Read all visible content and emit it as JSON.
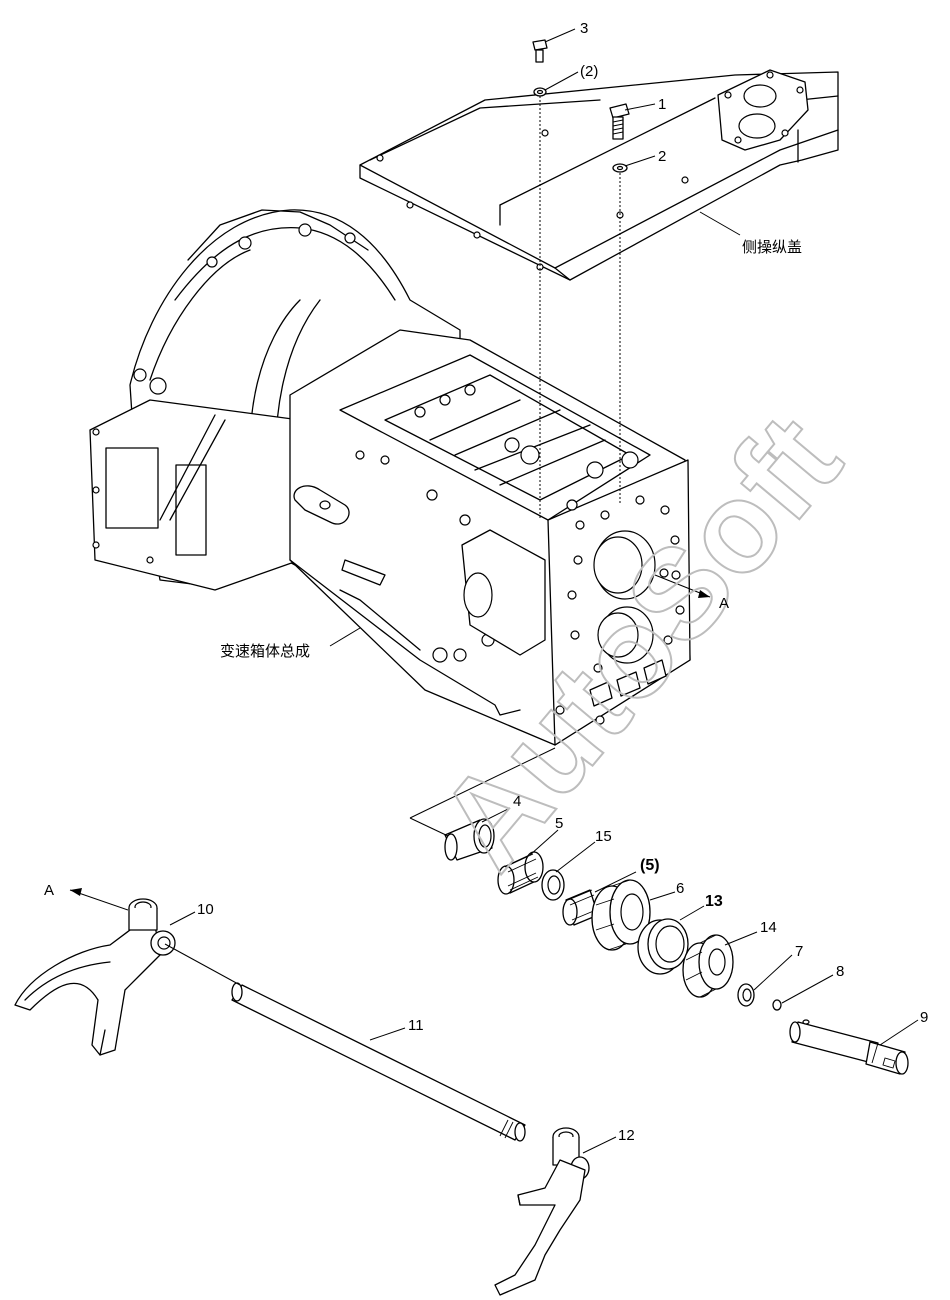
{
  "callouts": {
    "c1": "1",
    "c2": "2",
    "c2p": "(2)",
    "c3": "3",
    "c4": "4",
    "c5": "5",
    "c5p": "(5)",
    "c6": "6",
    "c7": "7",
    "c8": "8",
    "c9": "9",
    "c10": "10",
    "c11": "11",
    "c12": "12",
    "c13": "13",
    "c14": "14",
    "c15": "15"
  },
  "ref_marks": {
    "a_right": "A",
    "a_left": "A"
  },
  "assembly_labels": {
    "side_cover": "侧操纵盖",
    "gearbox_housing": "变速箱体总成"
  },
  "watermark": "AutoSoft"
}
